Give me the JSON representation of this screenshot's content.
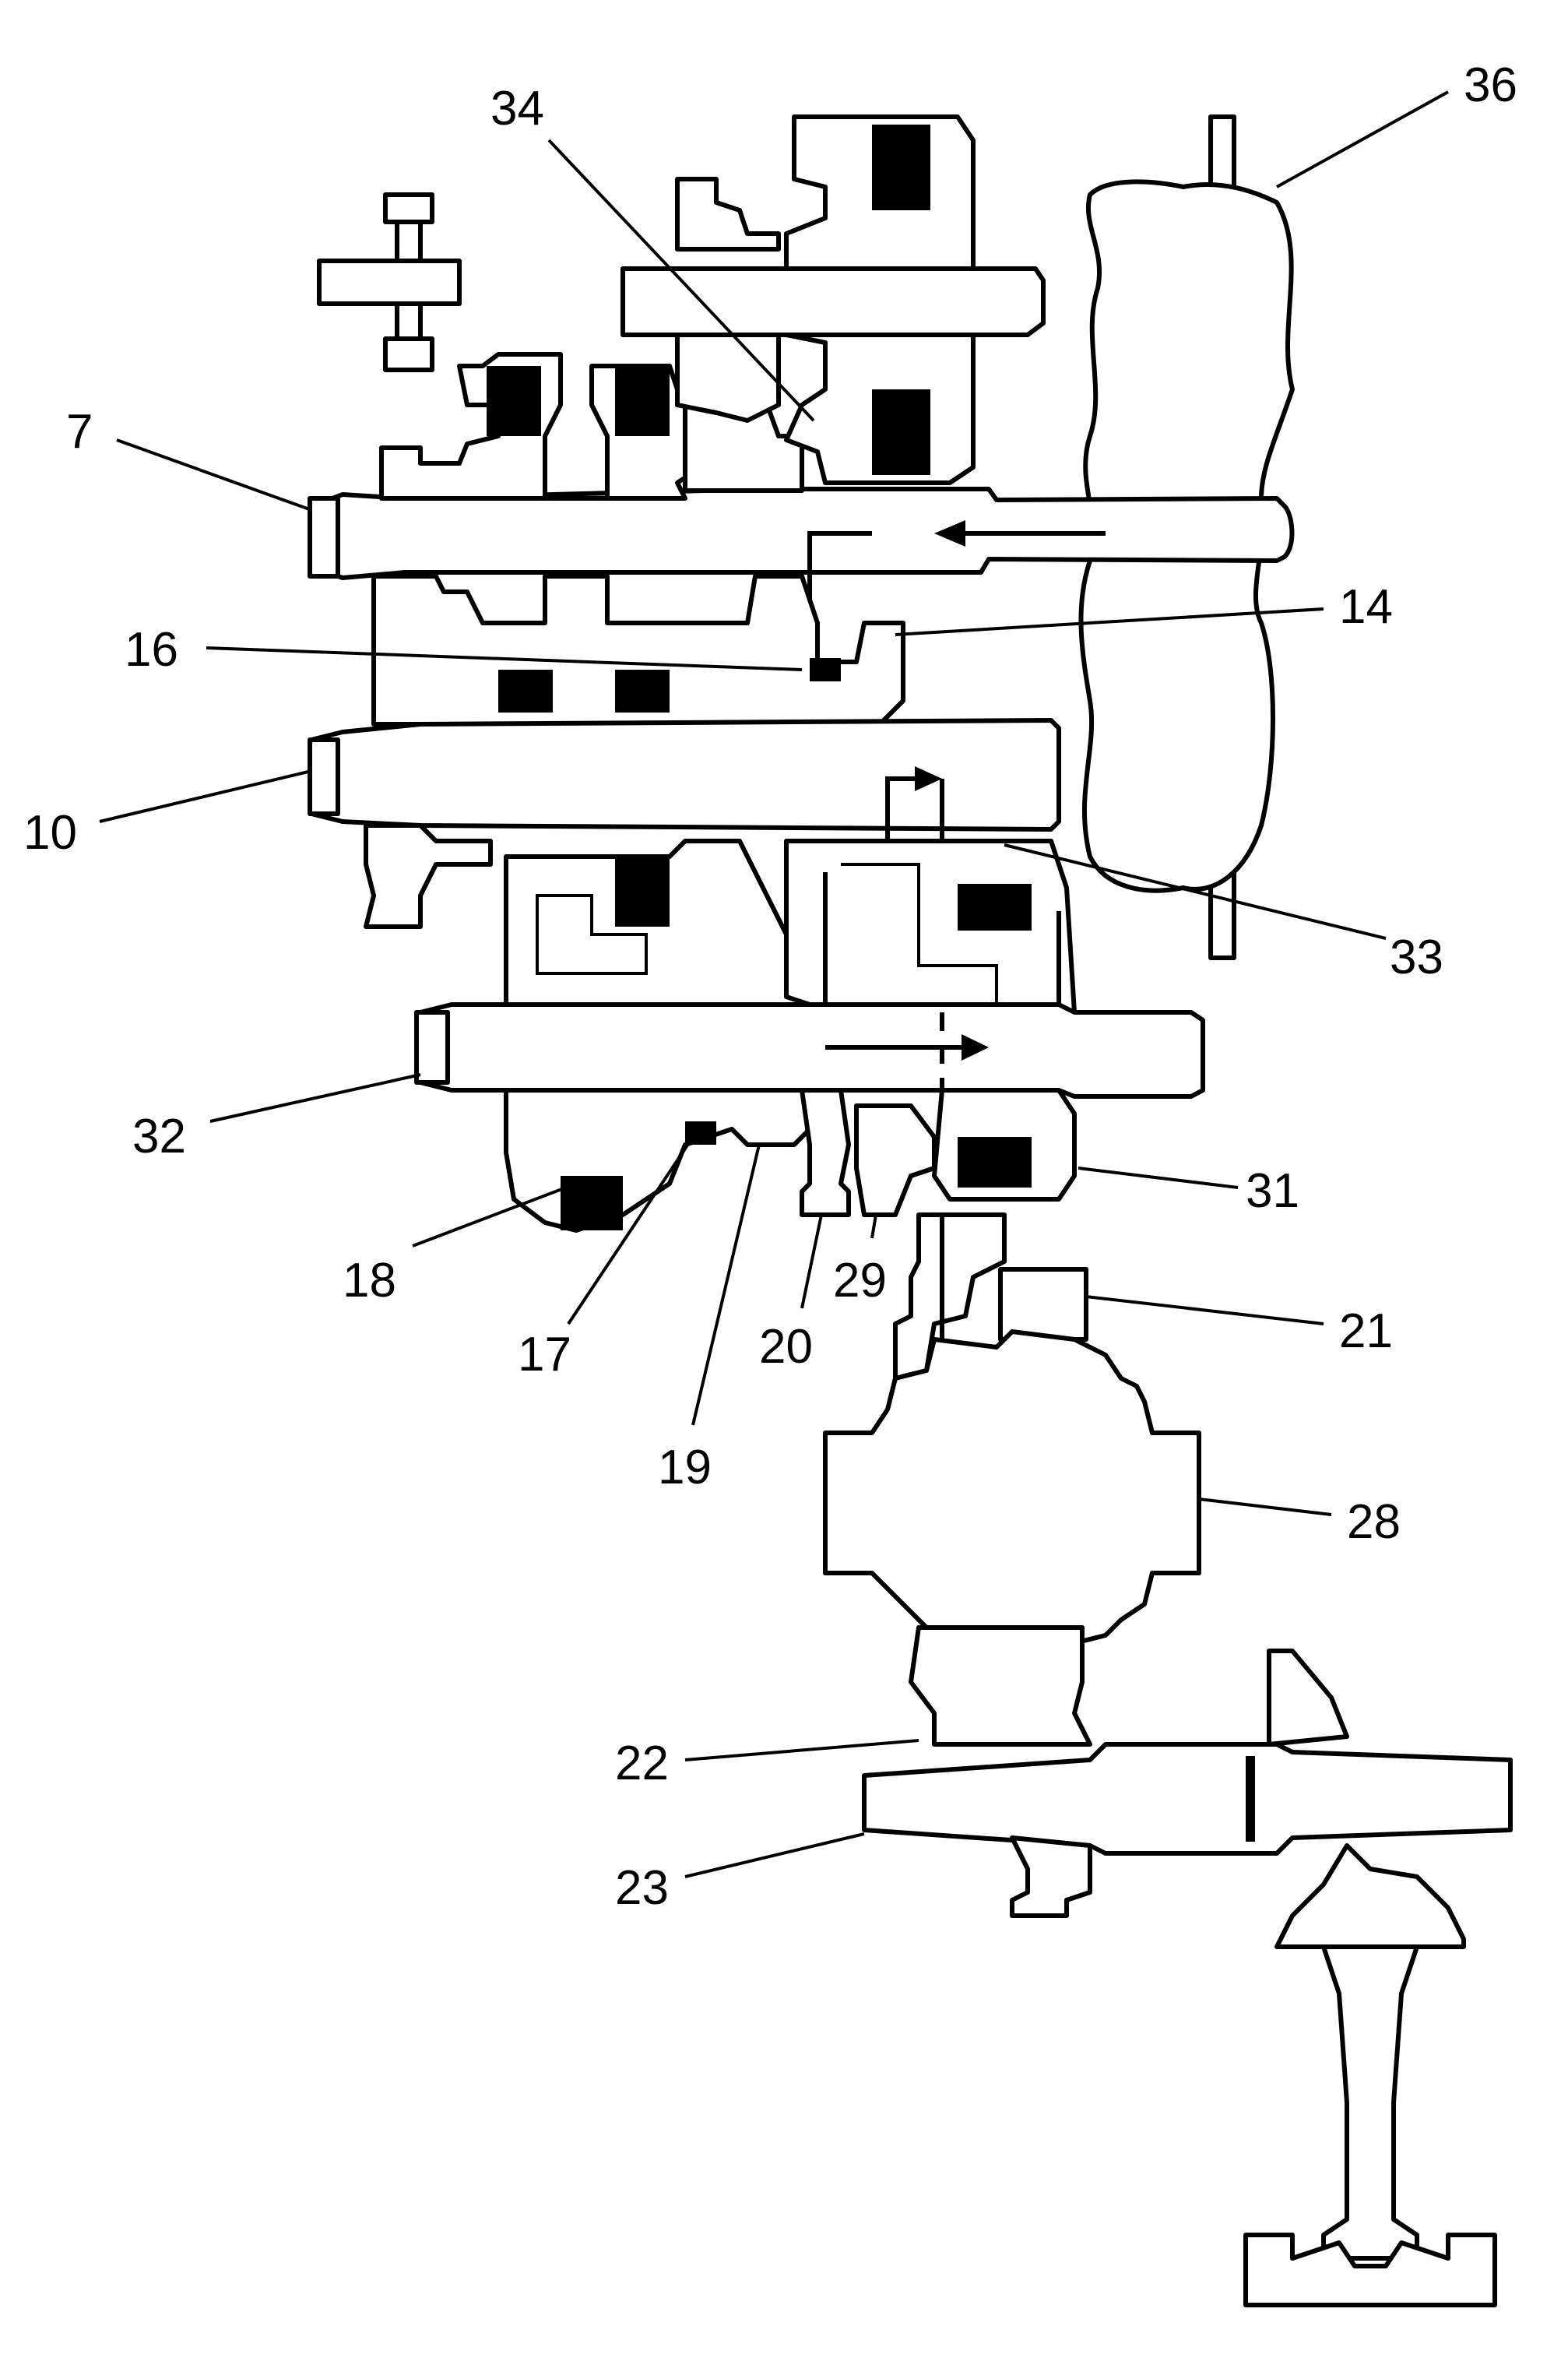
{
  "figure": {
    "kind": "transmission-power-flow-cross-section",
    "line_color": "#000000",
    "background_color": "#ffffff"
  },
  "callouts": [
    {
      "id": "c36",
      "label": "36"
    },
    {
      "id": "c34",
      "label": "34"
    },
    {
      "id": "c7",
      "label": "7"
    },
    {
      "id": "c14",
      "label": "14"
    },
    {
      "id": "c16",
      "label": "16"
    },
    {
      "id": "c10",
      "label": "10"
    },
    {
      "id": "c33",
      "label": "33"
    },
    {
      "id": "c32",
      "label": "32"
    },
    {
      "id": "c31",
      "label": "31"
    },
    {
      "id": "c18",
      "label": "18"
    },
    {
      "id": "c29",
      "label": "29"
    },
    {
      "id": "c17",
      "label": "17"
    },
    {
      "id": "c20",
      "label": "20"
    },
    {
      "id": "c21",
      "label": "21"
    },
    {
      "id": "c19",
      "label": "19"
    },
    {
      "id": "c28",
      "label": "28"
    },
    {
      "id": "c22",
      "label": "22"
    },
    {
      "id": "c23",
      "label": "23"
    }
  ]
}
